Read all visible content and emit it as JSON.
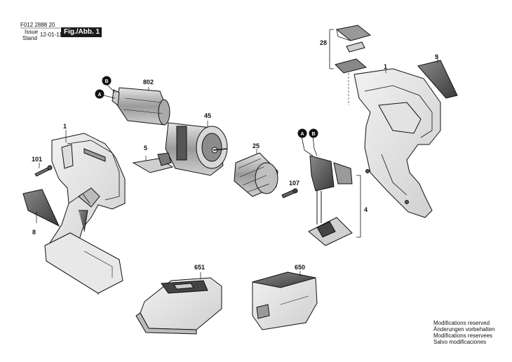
{
  "header": {
    "doc_number": "F012 2888 20",
    "issue_label": "Issue",
    "stand_label": "Stand",
    "date": "12-01-11",
    "figure": "Fig./Abb. 1"
  },
  "part_numbers": {
    "p1_left": "1",
    "p101": "101",
    "p8": "8",
    "p802": "802",
    "p5": "5",
    "p45": "45",
    "p25": "25",
    "p107": "107",
    "p28": "28",
    "p9": "9",
    "p1_right": "1",
    "p4": "4",
    "p651": "651",
    "p650": "650"
  },
  "connector_labels": {
    "motor_b": "B",
    "motor_a": "A",
    "switch_a": "A",
    "switch_b": "B"
  },
  "notes": [
    "Modifications reserved",
    "Änderungen vorbehalten",
    "Modifications reservees",
    "Salvo modificaciones"
  ]
}
